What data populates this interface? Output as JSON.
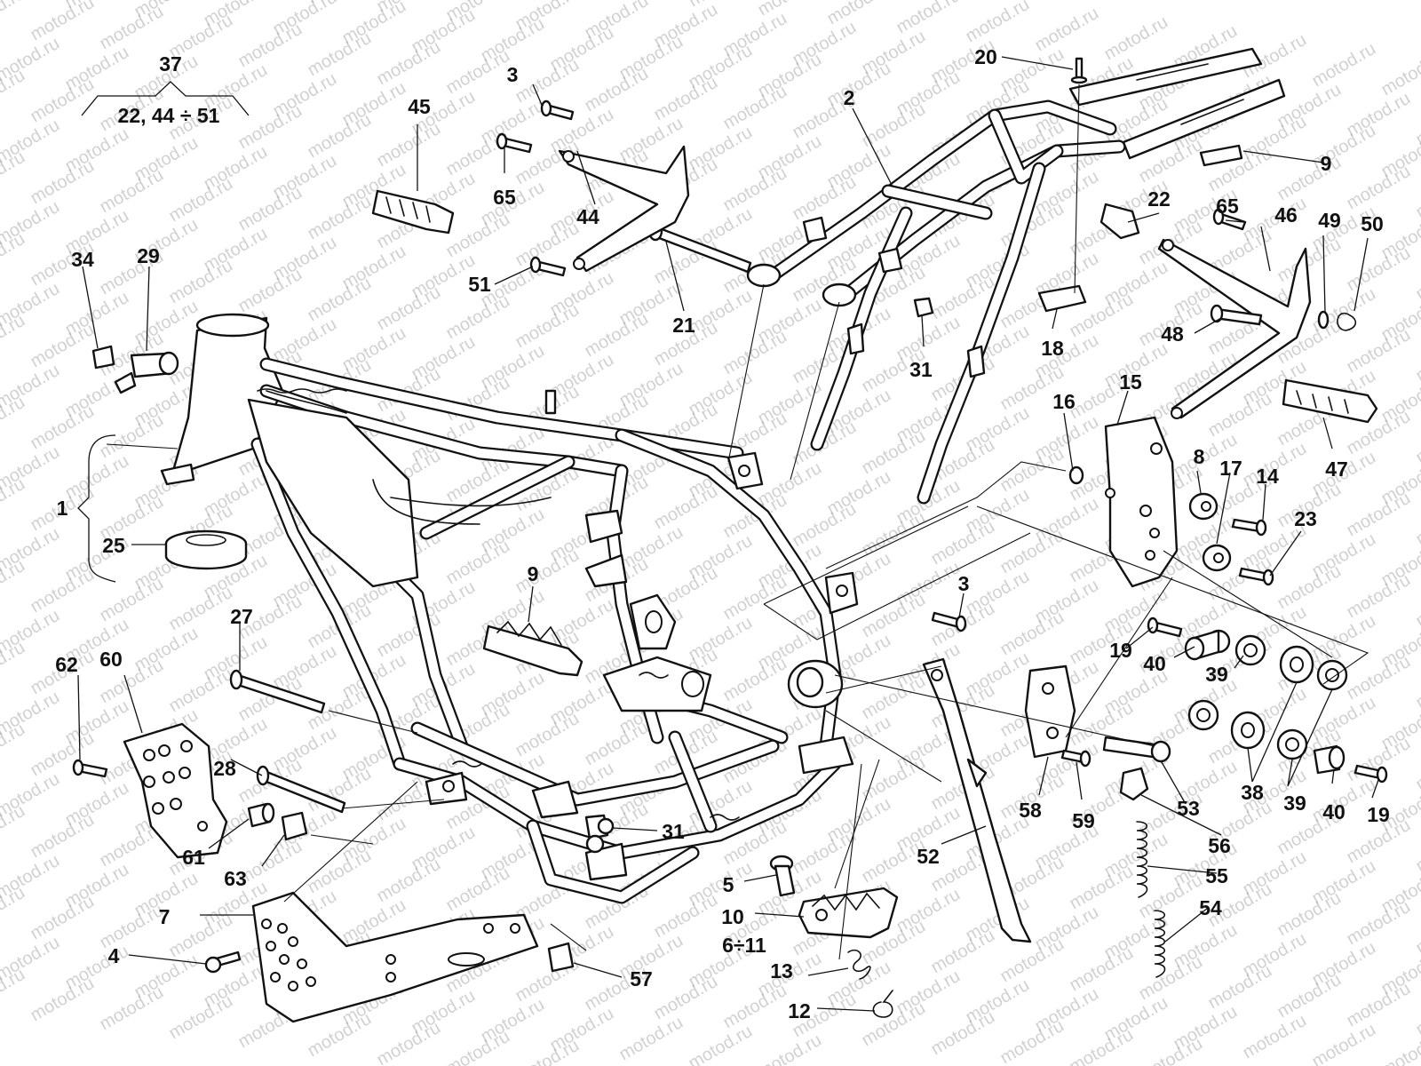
{
  "watermark": "motod.ru",
  "group_note": {
    "label": "37",
    "members": "22, 44 ÷ 51"
  },
  "callouts": {
    "c1": "1",
    "c2": "2",
    "c3a": "3",
    "c3b": "3",
    "c4": "4",
    "c5": "5",
    "c6_11": "6÷11",
    "c7": "7",
    "c8": "8",
    "c9a": "9",
    "c9b": "9",
    "c10": "10",
    "c12": "12",
    "c13": "13",
    "c14": "14",
    "c15": "15",
    "c16": "16",
    "c17": "17",
    "c18": "18",
    "c19a": "19",
    "c19b": "19",
    "c20": "20",
    "c21": "21",
    "c22": "22",
    "c23": "23",
    "c25": "25",
    "c27": "27",
    "c28": "28",
    "c29": "29",
    "c31a": "31",
    "c31b": "31",
    "c34": "34",
    "c38": "38",
    "c39a": "39",
    "c39b": "39",
    "c40a": "40",
    "c40b": "40",
    "c44": "44",
    "c45": "45",
    "c46": "46",
    "c47": "47",
    "c48": "48",
    "c49": "49",
    "c50": "50",
    "c51": "51",
    "c52": "52",
    "c53": "53",
    "c54": "54",
    "c55": "55",
    "c56": "56",
    "c57": "57",
    "c58": "58",
    "c59": "59",
    "c60": "60",
    "c61": "61",
    "c62": "62",
    "c63": "63",
    "c65a": "65",
    "c65b": "65"
  }
}
